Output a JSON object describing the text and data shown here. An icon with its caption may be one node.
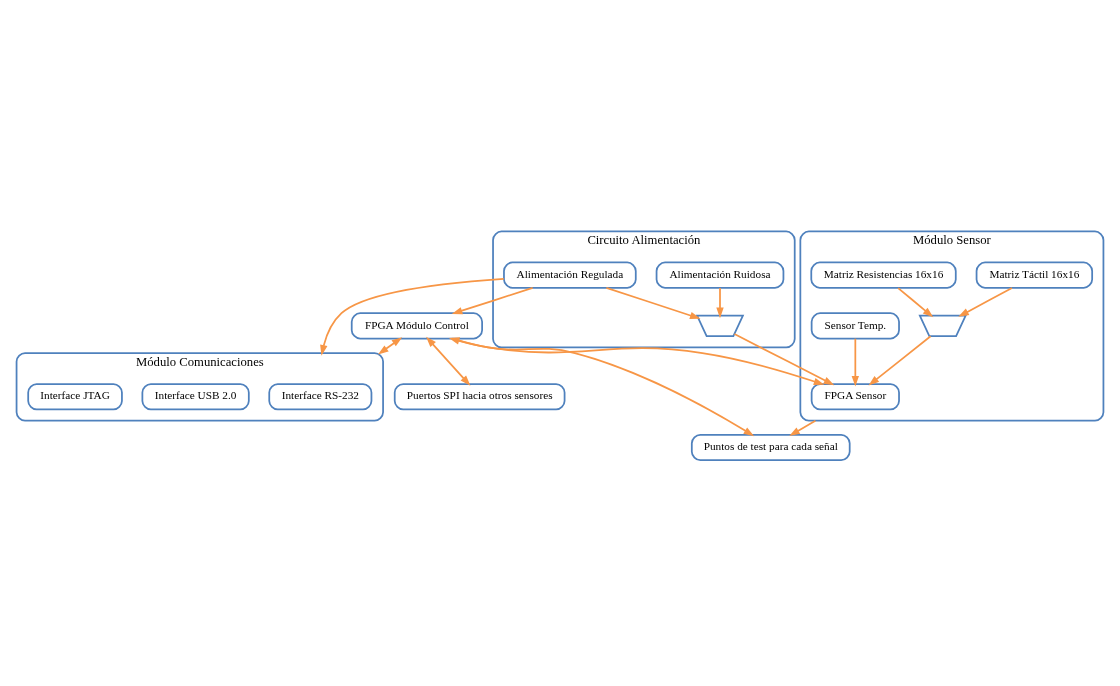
{
  "diagram": {
    "nodes": [
      {
        "text": [
          "Circuito Alimentación"
        ]
      },
      {
        "text": [
          "Alimentación Regulada"
        ],
        "in": 0
      },
      {
        "text": [],
        "shape": "trapezoid",
        "in": 0
      },
      {
        "text": [
          "Alimentación Ruidosa"
        ],
        "in": 0
      },
      {
        "text": [
          "Módulo Comunicaciones"
        ]
      },
      {
        "text": [
          "Interface RS-232"
        ],
        "in": 4
      },
      {
        "text": [
          "Interface USB 2.0"
        ],
        "in": 4
      },
      {
        "text": [
          "Interface JTAG"
        ],
        "in": 4
      },
      {
        "text": [
          "FPGA Módulo Control"
        ]
      },
      {
        "text": [
          "Módulo Sensor"
        ]
      },
      {
        "text": [
          "FPGA Sensor"
        ],
        "in": 9
      },
      {
        "text": [],
        "shape": "trapezoid",
        "in": 9
      },
      {
        "text": [
          "Matriz Táctil 16x16"
        ],
        "in": 9
      },
      {
        "text": [
          "Matriz Resistencias 16x16"
        ],
        "in": 9
      },
      {
        "text": [
          "Sensor Temp."
        ],
        "in": 9
      },
      {
        "text": [
          "Puertos SPI hacia otros sensores"
        ]
      },
      {
        "text": [
          "Puntos de test para cada señal"
        ]
      }
    ],
    "edges": [
      {
        "from": 1,
        "to": 4,
        "arrow": "to"
      },
      {
        "from": 1,
        "to": 2,
        "arrow": "to"
      },
      {
        "from": 3,
        "to": 2,
        "arrow": "to"
      },
      {
        "from": 1,
        "to": 8,
        "arrow": "to"
      },
      {
        "from": 2,
        "to": 10,
        "arrow": "to"
      },
      {
        "from": 8,
        "to": 4,
        "arrow": "both"
      },
      {
        "from": 8,
        "to": 15,
        "arrow": "both"
      },
      {
        "from": 8,
        "to": 10,
        "arrow": "both"
      },
      {
        "from": 11,
        "to": 10,
        "arrow": "to"
      },
      {
        "from": 12,
        "to": 11,
        "arrow": "to"
      },
      {
        "from": 13,
        "to": 11,
        "arrow": "to"
      },
      {
        "from": 14,
        "to": 10,
        "arrow": "to"
      },
      {
        "from": 8,
        "to": 16,
        "arrow": "to"
      },
      {
        "from": 9,
        "to": 16,
        "arrow": "to"
      }
    ]
  }
}
